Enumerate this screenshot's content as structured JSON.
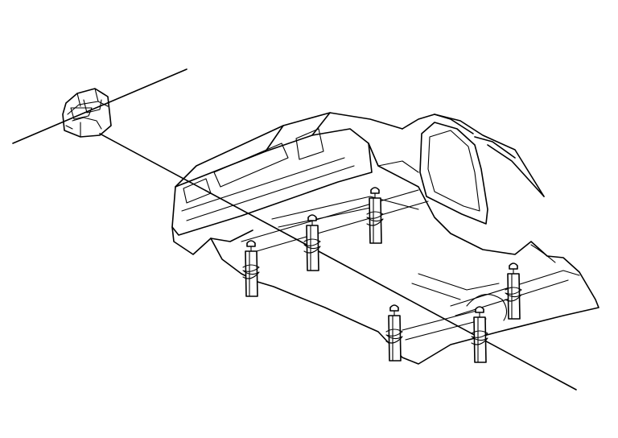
{
  "diagram": {
    "stroke_color": "#000000",
    "background_color": "#ffffff",
    "components": [
      {
        "name": "laser-level-unit",
        "icon": "rotating-laser-icon"
      },
      {
        "name": "vehicle-body",
        "icon": "pickup-truck-underbody-icon"
      },
      {
        "name": "support-stands",
        "count": 6,
        "icon": "jack-stand-icon"
      }
    ]
  }
}
